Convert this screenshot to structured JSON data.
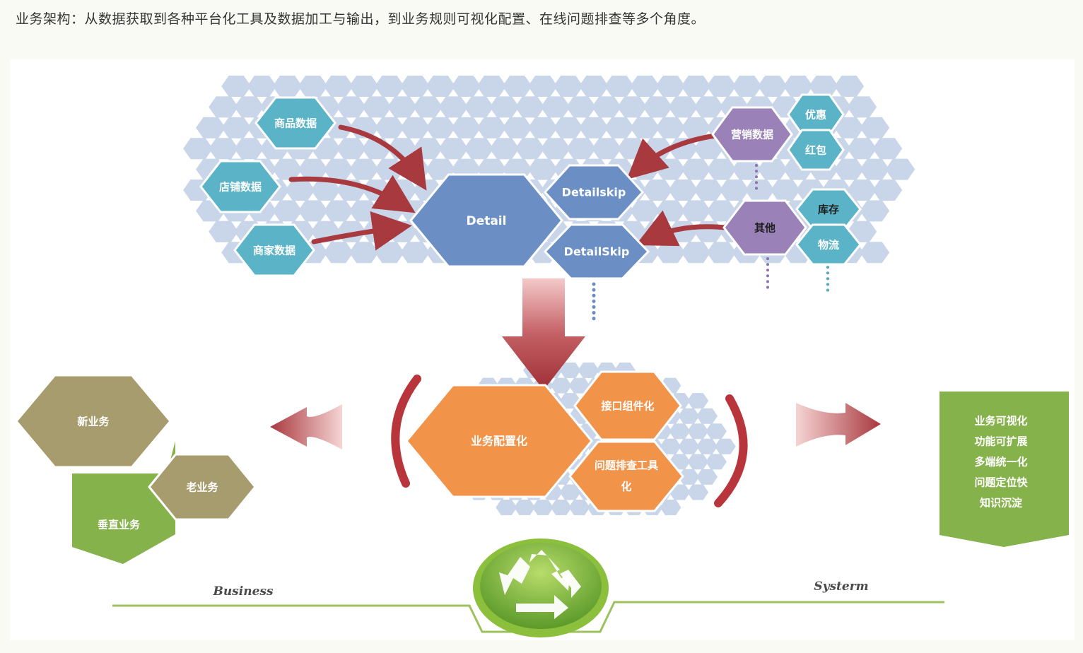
{
  "caption": "业务架构：从数据获取到各种平台化工具及数据加工与输出，到业务规则可视化配置、在线问题排查等多个角度。",
  "diagram": {
    "data_sources": {
      "goods": "商品数据",
      "shop": "店铺数据",
      "merchant": "商家数据"
    },
    "core": {
      "detail": "Detail",
      "detailskip_1": "Detailskip",
      "detailskip_2": "DetailSkip"
    },
    "marketing": {
      "marketing_data": "营销数据",
      "discount": "优惠",
      "red_packet": "红包",
      "other": "其他",
      "stock": "库存",
      "logistics": "物流"
    },
    "platform": {
      "business_config": "业务配置化",
      "api_component": "接口组件化",
      "troubleshoot_line1": "问题排查工具",
      "troubleshoot_line2": "化"
    },
    "business": {
      "new_business": "新业务",
      "old_business": "老业务",
      "vertical_business": "垂直业务"
    },
    "system_benefits": [
      "业务可视化",
      "功能可扩展",
      "多端统一化",
      "问题定位快",
      "知识沉淀"
    ],
    "footer": {
      "business_label": "Business",
      "system_label": "Systerm"
    },
    "colors": {
      "data_teal": "#5ab3c6",
      "core_blue": "#6b8fc4",
      "marketing_purple": "#9a82b8",
      "platform_orange": "#f2934a",
      "olive": "#a69c6e",
      "green": "#86b24c",
      "arrow_red": "#a8393e",
      "bg_hex": "#c9d6ea"
    }
  }
}
